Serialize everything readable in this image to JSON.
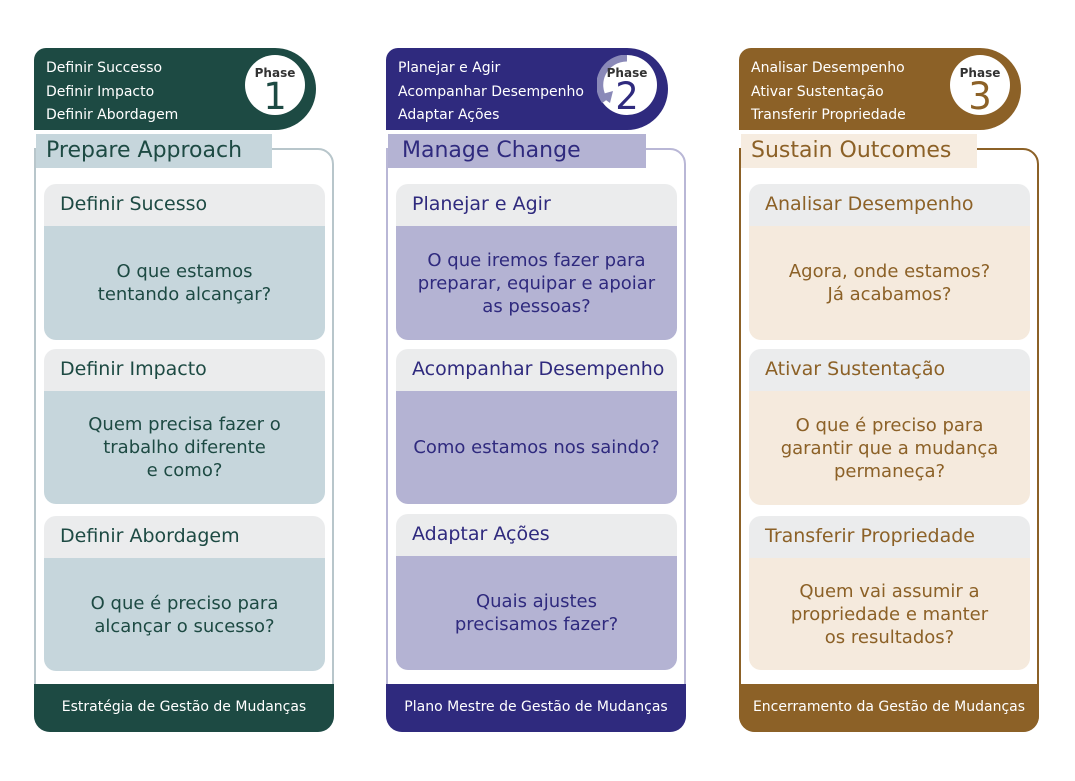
{
  "phases": [
    {
      "header_lines": [
        "Definir Successo",
        "Definir Impacto",
        "Definir Abordagem"
      ],
      "badge_label": "Phase",
      "badge_number": "1",
      "title": "Prepare Approach",
      "cards": [
        {
          "title": "Definir Sucesso",
          "body": "O que estamos\ntentando alcançar?"
        },
        {
          "title": "Definir Impacto",
          "body": "Quem precisa fazer o\ntrabalho diferente\ne como?"
        },
        {
          "title": "Definir Abordagem",
          "body": "O que é preciso para\nalcançar o sucesso?"
        }
      ],
      "footer": "Estratégia de Gestão de Mudanças",
      "colors": {
        "dark": "#1d4a43",
        "outline": "#b8c6cb",
        "title_bg": "#c6d6dc",
        "title_text": "#1d4a43",
        "card_title": "#1d4a43",
        "body_bg": "#c6d6dc",
        "body_text": "#1d4a43"
      }
    },
    {
      "header_lines": [
        "Planejar e Agir",
        "Acompanhar Desempenho",
        "Adaptar Ações"
      ],
      "badge_label": "Phase",
      "badge_number": "2",
      "title": "Manage Change",
      "cards": [
        {
          "title": "Planejar e Agir",
          "body": "O que iremos fazer para\npreparar, equipar e apoiar\nas pessoas?"
        },
        {
          "title": "Acompanhar Desempenho",
          "body": "Como estamos nos saindo?"
        },
        {
          "title": "Adaptar Ações",
          "body": "Quais ajustes\nprecisamos fazer?"
        }
      ],
      "footer": "Plano Mestre de Gestão de Mudanças",
      "colors": {
        "dark": "#2f2a7e",
        "outline": "#b9b7d6",
        "title_bg": "#b4b3d3",
        "title_text": "#2f2a7e",
        "card_title": "#2f2a7e",
        "body_bg": "#b4b3d3",
        "body_text": "#2f2a7e"
      }
    },
    {
      "header_lines": [
        "Analisar Desempenho",
        "Ativar Sustentação",
        "Transferir Propriedade"
      ],
      "badge_label": "Phase",
      "badge_number": "3",
      "title": "Sustain Outcomes",
      "cards": [
        {
          "title": "Analisar Desempenho",
          "body": "Agora, onde estamos?\nJá acabamos?"
        },
        {
          "title": "Ativar Sustentação",
          "body": "O que é preciso para\ngarantir que a mudança\npermaneça?"
        },
        {
          "title": "Transferir Propriedade",
          "body": "Quem vai assumir a\npropriedade e manter\nos resultados?"
        }
      ],
      "footer": "Encerramento da Gestão de Mudanças",
      "colors": {
        "dark": "#8c6127",
        "outline": "#8c6127",
        "title_bg": "#f6ece0",
        "title_text": "#8c6127",
        "card_title": "#8c6127",
        "body_bg": "#f5eadd",
        "body_text": "#8c6127"
      }
    }
  ]
}
